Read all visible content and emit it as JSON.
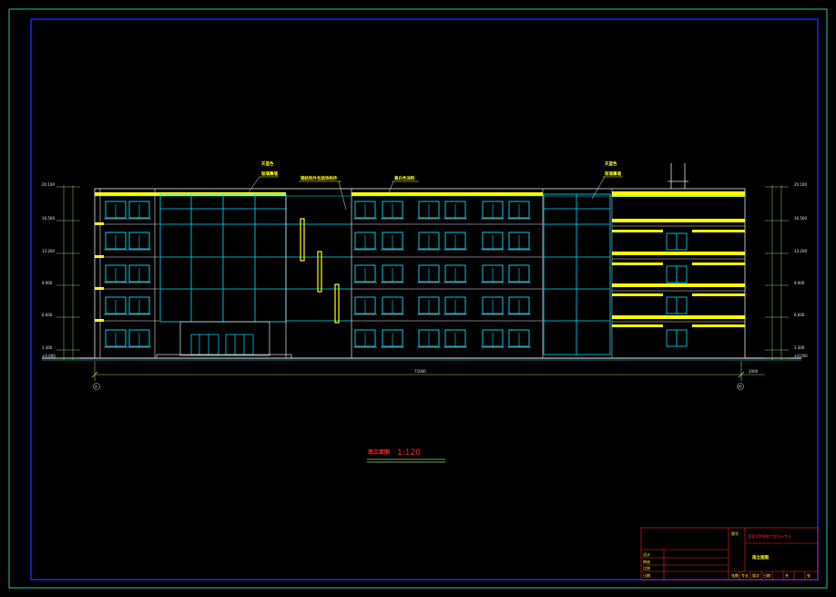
{
  "drawing": {
    "title_prefix": "南立面图",
    "scale": "1:120",
    "axis_left": "①",
    "axis_right": "⑭",
    "overall_dimension": "75000",
    "right_dimension": "2000",
    "annotations": {
      "curtain_wall_left": [
        "天蓝色",
        "玻璃幕墙"
      ],
      "curtain_wall_right": [
        "天蓝色",
        "玻璃幕墙"
      ],
      "center_note": "钢结构外包装饰构件",
      "parapet_note": "黄白色涂料"
    },
    "level_marks_left": [
      "20.100",
      "16.500",
      "13.200",
      "9.900",
      "6.600",
      "3.300",
      "±0.000"
    ],
    "level_marks_right": [
      "20.100",
      "16.500",
      "13.200",
      "9.900",
      "6.600",
      "3.300",
      "±0.000"
    ]
  },
  "title_block": {
    "institution": "某某学院建筑工程设计专业",
    "drawing_name": "南立面图",
    "row_labels": [
      "设计",
      "审核",
      "比例",
      "日期"
    ],
    "col_labels": [
      "图号",
      "张数",
      "专业",
      "版次",
      "日期",
      "共",
      "张"
    ]
  },
  "colors": {
    "frame": "#1f28ff",
    "border": "#29c4a0",
    "wall": "#e6e6e6",
    "glass": "#00e0ff",
    "band": "#ffff00",
    "text_red": "#ff2020",
    "dim": "#9bd36a"
  }
}
